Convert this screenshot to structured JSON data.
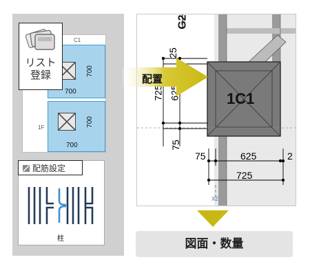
{
  "list_panel": {
    "button_label_line1": "リスト",
    "button_label_line2": "登録",
    "col_header": "C1",
    "floor_label": "1F",
    "upper_width": "700",
    "upper_height": "700",
    "lower_width": "700",
    "lower_height": "700"
  },
  "rebar_config": {
    "title": "配筋設定",
    "caption": "柱"
  },
  "arrow": {
    "label": "配置"
  },
  "drawing": {
    "grid_label": "G2",
    "column_label": "1C1",
    "dim_25": "25",
    "dim_625_v": "625",
    "dim_725_v": "725",
    "dim_75_v": "75",
    "dim_75_h": "75",
    "dim_625_h": "625",
    "dim_2_h": "2",
    "dim_725_h": "725",
    "axis_label": "X2"
  },
  "footer": {
    "label": "図面・数量"
  },
  "colors": {
    "arrow": "#c8b814",
    "cell_fill": "#a7d4ec",
    "cell_border": "#3d9bd3",
    "column": "#7a7a7a"
  }
}
